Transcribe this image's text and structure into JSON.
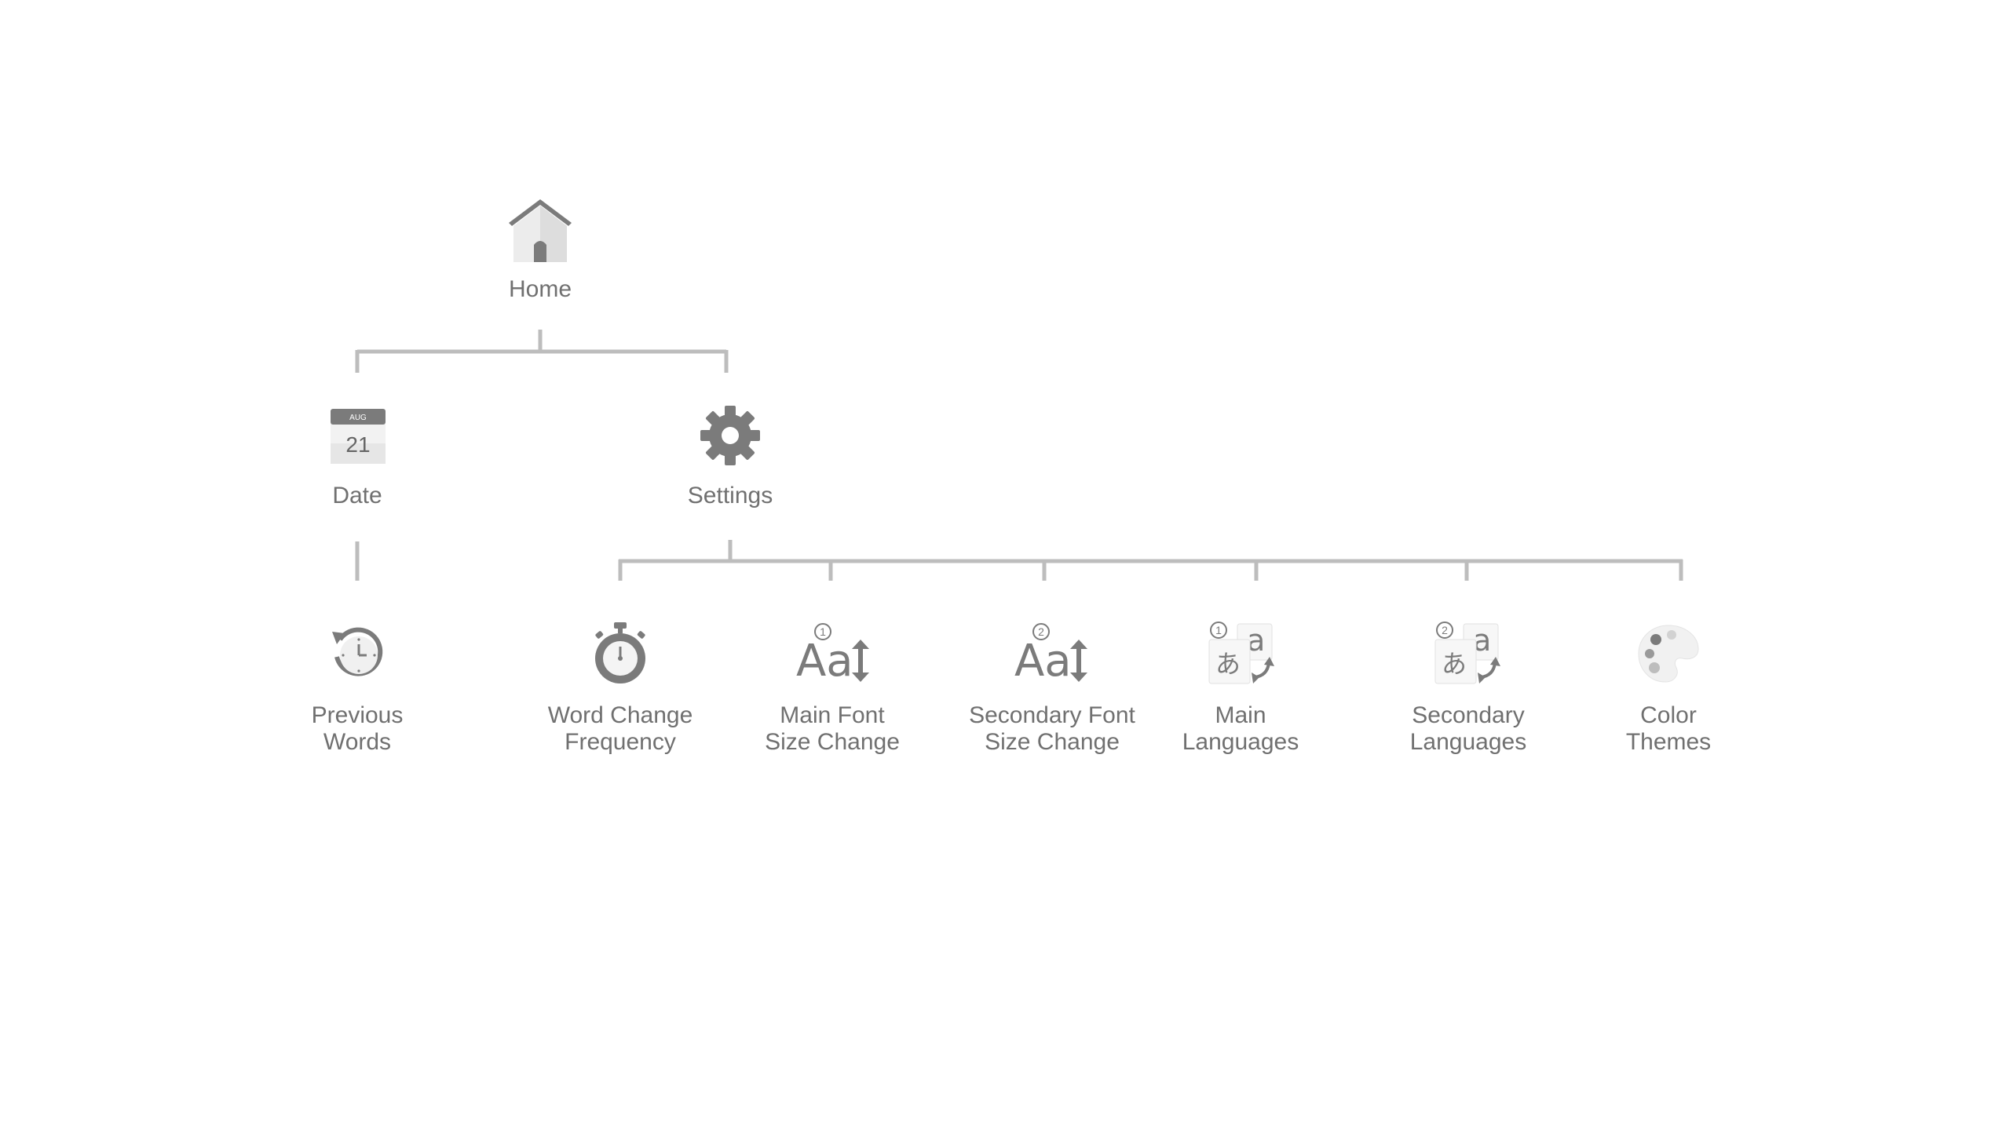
{
  "root": {
    "label": "Home",
    "icon": "home-icon"
  },
  "level1": [
    {
      "id": "date",
      "label": "Date",
      "icon": "calendar-icon",
      "calendar_month": "AUG",
      "calendar_day": "21"
    },
    {
      "id": "settings",
      "label": "Settings",
      "icon": "gear-icon"
    }
  ],
  "date_children": [
    {
      "id": "previous-words",
      "line1": "Previous",
      "line2": "Words",
      "icon": "history-clock-icon"
    }
  ],
  "settings_children": [
    {
      "id": "word-change-frequency",
      "line1": "Word Change",
      "line2": "Frequency",
      "icon": "stopwatch-icon"
    },
    {
      "id": "main-font-size",
      "line1": "Main Font",
      "line2": "Size Change",
      "icon": "font-size-1-icon",
      "badge": "1",
      "glyph": "Aa"
    },
    {
      "id": "secondary-font-size",
      "line1": "Secondary Font",
      "line2": "Size Change",
      "icon": "font-size-2-icon",
      "badge": "2",
      "glyph": "Aa"
    },
    {
      "id": "main-languages",
      "line1": "Main",
      "line2": "Languages",
      "icon": "language-1-icon",
      "badge": "1",
      "glyph_a": "a",
      "glyph_b": "あ"
    },
    {
      "id": "secondary-languages",
      "line1": "Secondary",
      "line2": "Languages",
      "icon": "language-2-icon",
      "badge": "2",
      "glyph_a": "a",
      "glyph_b": "あ"
    },
    {
      "id": "color-themes",
      "line1": "Color",
      "line2": "Themes",
      "icon": "palette-icon"
    }
  ],
  "colors": {
    "line": "#bdbdbd",
    "icon": "#7b7b7b",
    "icon_light": "#e9e9e9",
    "text": "#707070"
  }
}
